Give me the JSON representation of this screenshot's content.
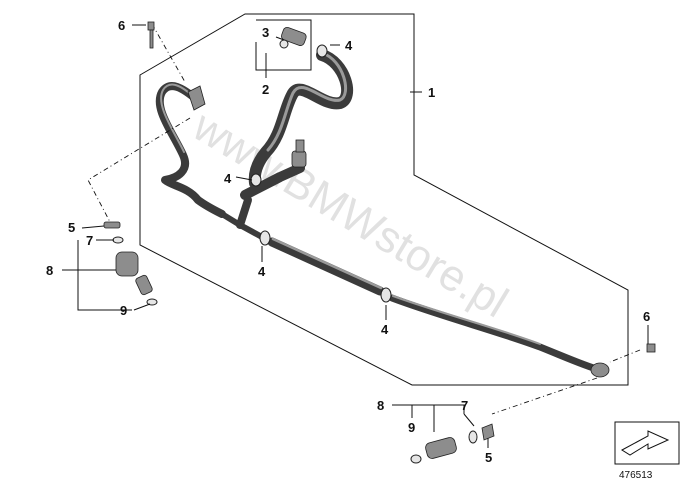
{
  "callouts": {
    "c1": "1",
    "c2": "2",
    "c3": "3",
    "c4a": "4",
    "c4b": "4",
    "c4c": "4",
    "c4d": "4",
    "c5a": "5",
    "c5b": "5",
    "c6a": "6",
    "c6b": "6",
    "c7a": "7",
    "c7b": "7",
    "c8a": "8",
    "c8b": "8",
    "c9a": "9",
    "c9b": "9"
  },
  "watermark": "www.BMWstore.pl",
  "reference_number": "476513",
  "icons": {
    "navigation": "arrow-box-icon"
  }
}
